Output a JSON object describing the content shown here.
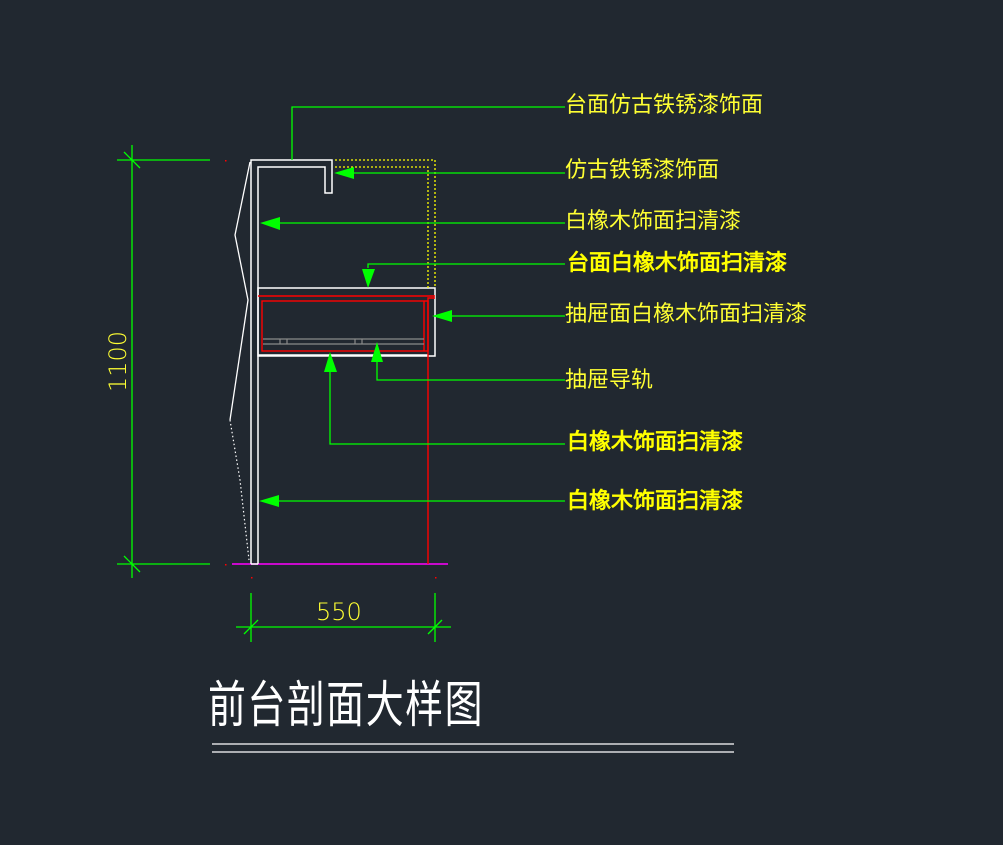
{
  "drawing": {
    "title": "前台剖面大样图",
    "dimensions": {
      "height": "1100",
      "width": "550"
    },
    "annotations": [
      {
        "text": "台面仿古铁锈漆饰面",
        "bold": false
      },
      {
        "text": "仿古铁锈漆饰面",
        "bold": false
      },
      {
        "text": "白橡木饰面扫清漆",
        "bold": false
      },
      {
        "text": "台面白橡木饰面扫清漆",
        "bold": true
      },
      {
        "text": "抽屉面白橡木饰面扫清漆",
        "bold": false
      },
      {
        "text": "抽屉导轨",
        "bold": false
      },
      {
        "text": "白橡木饰面扫清漆",
        "bold": true
      },
      {
        "text": "白橡木饰面扫清漆",
        "bold": true
      }
    ]
  },
  "colors": {
    "background": "#212830",
    "leader": "#00ff00",
    "text": "#ffff33",
    "outline": "#ffffff",
    "drawer": "#ff0000",
    "floor": "#ff00ff",
    "rail": "#808080"
  }
}
